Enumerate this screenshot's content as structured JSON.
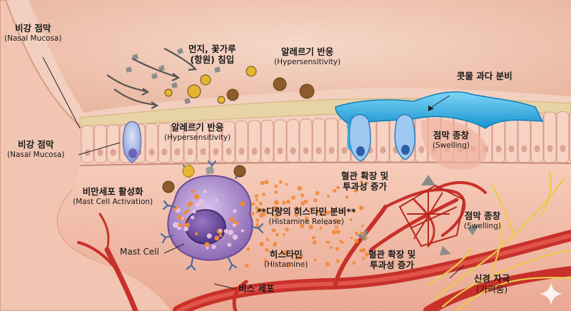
{
  "labels": {
    "nasal_mucosa_top": {
      "ko": "비강 점막",
      "en": "(Nasal Mucosa)"
    },
    "nasal_mucosa_mid": {
      "ko": "비강 점막",
      "en": "(Nasal Mucosa)"
    },
    "dust_pollen": {
      "ko": "먼지, 꽃가루",
      "en": "(항원) 침입"
    },
    "allergy_top": {
      "ko": "알레르기 반응",
      "en": "(Hypersensitivity)"
    },
    "allergy_mid": {
      "ko": "알레르기 반응",
      "en": "(Hypersensitivity)"
    },
    "mucus_secretion": {
      "ko": "콧물 과다 분비"
    },
    "swelling_top": {
      "ko": "점막 종창",
      "en": "(Swelling)"
    },
    "swelling_right": {
      "ko": "점막 종창",
      "en": "(Swelling)"
    },
    "mast_activation": {
      "ko": "비만세포 활성화",
      "en": "(Mast Cell Activation)"
    },
    "histamine_release": {
      "ko": "**다량의 히스타민 분비**",
      "en": "(Histamine Release)"
    },
    "vessel_dilation_top": {
      "ko": "혈관 확장 및",
      "en": "투과성 증가"
    },
    "vessel_dilation_bottom": {
      "ko": "혈관 확장 및",
      "en": "투과성 증가"
    },
    "mast_cell": {
      "ko": "Mast Cell"
    },
    "histamine": {
      "ko": "히스타민",
      "en": "(Histamine)"
    },
    "bis_cell": {
      "ko": "비스 세포"
    },
    "nerve": {
      "ko": "신경 자극",
      "en": "(가려움)"
    }
  },
  "colors": {
    "skin": "#f3cfbf",
    "cavity": "#eebfa8",
    "tissue": "#f2c4b3",
    "mucus": "#3bb6e6",
    "vessel": "#c8302a",
    "nerve": "#f0d24a",
    "mast_cell": "#a889c9",
    "histamine": "#f08a3c"
  },
  "icons": [
    "sparkle-icon"
  ]
}
